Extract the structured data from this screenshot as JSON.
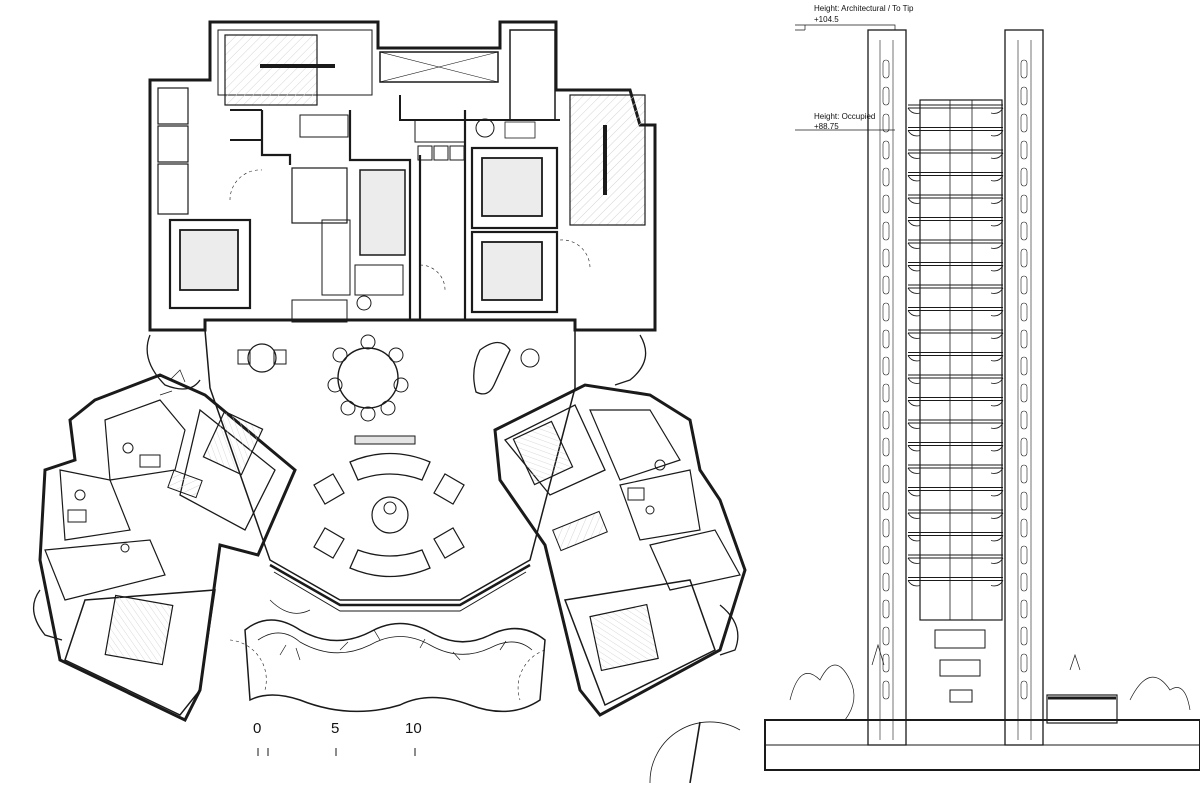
{
  "scale_bar": {
    "labels": [
      "0",
      "5",
      "10"
    ]
  },
  "elevation": {
    "height_tip_label": "Height: Architectural / To Tip",
    "height_tip_value": "+104.5",
    "height_occupied_label": "Height: Occupied",
    "height_occupied_value": "+88.75"
  },
  "colors": {
    "line": "#1a1a1a",
    "fill_light": "#ececec",
    "fill_mid": "#d9d9d9",
    "hatch": "#c8c8c8"
  },
  "icons": {
    "north": "north-arrow-icon"
  }
}
